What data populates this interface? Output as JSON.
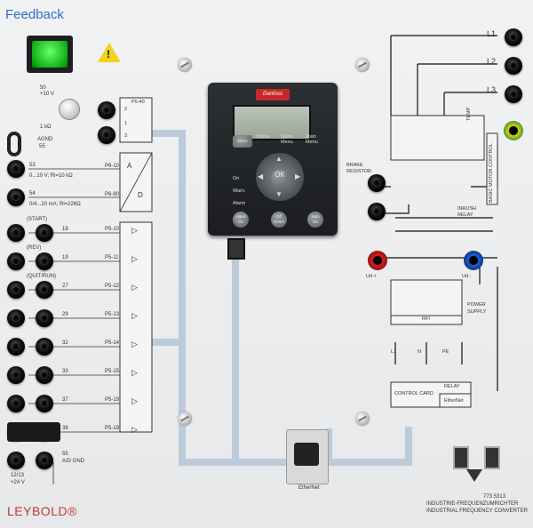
{
  "header": {
    "brand_feedback": "Feedback",
    "brand_bottom": "LEYBOLD®"
  },
  "power_switch": {
    "on_label": "I",
    "off_label": "O"
  },
  "pot": {
    "top": "50",
    "range": "+10 V",
    "res": "1 kΩ",
    "agnd": "AGND",
    "agnd_no": "55"
  },
  "relay": {
    "name": "P5-40",
    "t2": "2",
    "t1": "1",
    "t3": "3"
  },
  "analog": {
    "in1_no": "53",
    "in1_desc": "0...10 V;  Ri=10 kΩ",
    "in1_par": "P6-10",
    "in2_no": "54",
    "in2_desc": "0/4...20 mA;  Ri=226Ω",
    "in2_par": "P6-90",
    "a": "A",
    "d": "D"
  },
  "digital": [
    {
      "name": "(START)",
      "no": "18",
      "par": "P5-10"
    },
    {
      "name": "(REV)",
      "no": "19",
      "par": "P5-11"
    },
    {
      "name": "(QUIT/RUN)",
      "no": "27",
      "par": "P5-12"
    },
    {
      "name": "",
      "no": "29",
      "par": "P5-13"
    },
    {
      "name": "",
      "no": "32",
      "par": "P5-14"
    },
    {
      "name": "",
      "no": "33",
      "par": "P5-15"
    },
    {
      "name": "",
      "no": "37",
      "par": "P5-19"
    },
    {
      "name": "",
      "no": "38",
      "par": "P5-19"
    }
  ],
  "supply": {
    "no": "55",
    "agnd": "A/D GND",
    "top": "12/13",
    "v": "+24 V"
  },
  "keypad": {
    "logo": "Danfoss",
    "status": "Status",
    "quick": "Quick",
    "quick2": "Menu",
    "main": "Main",
    "main2": "Menu",
    "menu": "Menu",
    "on": "On",
    "warn": "Warn.",
    "alarm": "Alarm",
    "ok": "OK",
    "hand": "Hand",
    "hand2": "On",
    "off": "Off",
    "off2": "Reset",
    "auto": "Auto",
    "auto2": "On"
  },
  "lines": {
    "l1": "L1",
    "l2": "L2",
    "l3": "L3"
  },
  "right": {
    "temp": "TEMP",
    "brake": "BRAKE",
    "brake2": "RESISTOR",
    "bmc": "BASIC MOTOR CONTROL",
    "inrush": "INRUSH",
    "inrush2": "RELAY",
    "ud_plus": "Ud +",
    "ud_minus": "Ud -",
    "power": "POWER",
    "power2": "SUPPLY",
    "rfi": "RFI",
    "l1": "L1",
    "n": "N",
    "pe": "PE",
    "relay": "RELAY",
    "control": "CONTROL CARD",
    "ethernet": "EtherNet"
  },
  "ethernet_label": "EtherNet",
  "product": {
    "num": "773 5313",
    "de": "INDUSTRIE-FREQUENZUMRICHTER",
    "en": "INDUSTRIAL FREQUENCY CONVERTER"
  },
  "colors": {
    "accent_blue": "#2f6fc6",
    "brand_red": "#c0392b",
    "switch_green": "#13b51b",
    "warning_yellow": "#f5d21a",
    "bus_blue": "#b9c9d9"
  }
}
